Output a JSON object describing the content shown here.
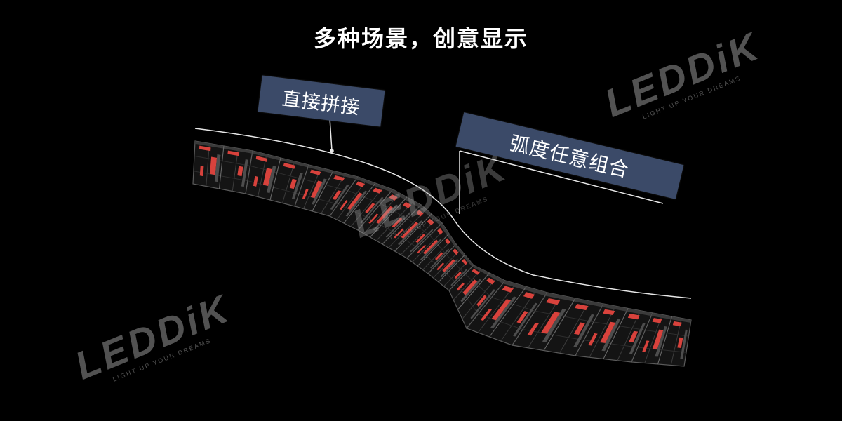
{
  "title": "多种场景，创意显示",
  "labels": {
    "direct": "直接拼接",
    "arc": "弧度任意组合"
  },
  "watermark": {
    "brand": "LEDDiK",
    "tagline": "LIGHT UP YOUR DREAMS"
  },
  "colors": {
    "background": "#000000",
    "label_bg": "#3b4a68",
    "module_red": "#d8423c",
    "line": "#e8e8e8"
  }
}
